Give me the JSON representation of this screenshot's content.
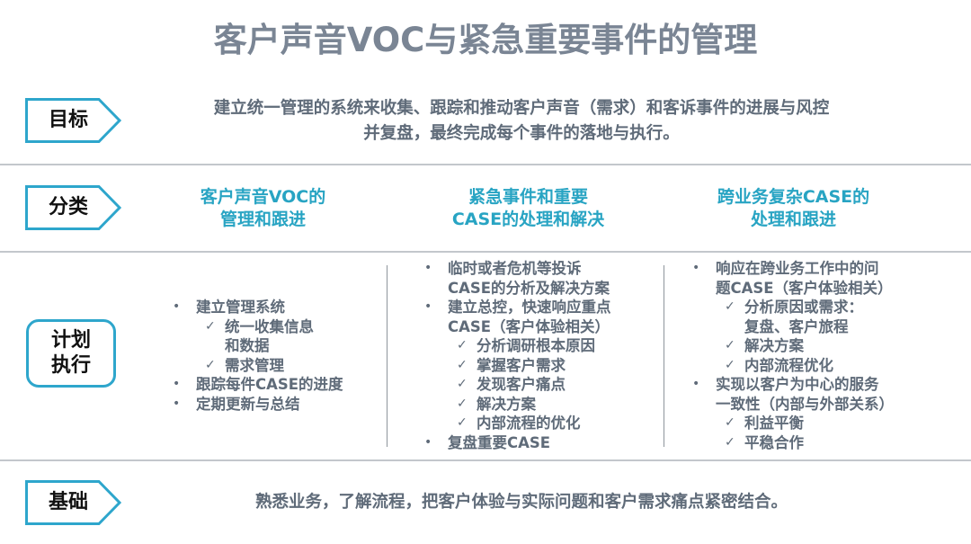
{
  "title": "客户声音VOC与紧急重要事件的管理",
  "colors": {
    "title": "#7a8594",
    "body_text": "#5f6b79",
    "accent_teal": "#28a4c3",
    "label_border": "#2ea6cc",
    "divider": "#c3c7cc"
  },
  "rows": {
    "goal": {
      "label": "目标",
      "text_line1": "建立统一管理的系统来收集、跟踪和推动客户声音（需求）和客诉事件的进展与风控",
      "text_line2": "并复盘，最终完成每个事件的落地与执行。"
    },
    "category": {
      "label": "分类",
      "columns": [
        {
          "line1": "客户声音VOC的",
          "line2": "管理和跟进"
        },
        {
          "line1": "紧急事件和重要",
          "line2": "CASE的处理和解决"
        },
        {
          "line1": "跨业务复杂CASE的",
          "line2": "处理和跟进"
        }
      ]
    },
    "plan": {
      "label_line1": "计划",
      "label_line2": "执行",
      "bullet_mark": "•",
      "check_mark": "✓",
      "columns": [
        {
          "items": [
            {
              "type": "bullet",
              "text": "建立管理系统"
            },
            {
              "type": "check",
              "text": "统一收集信息"
            },
            {
              "type": "check-cont",
              "text": "和数据"
            },
            {
              "type": "check",
              "text": "需求管理"
            },
            {
              "type": "bullet",
              "text": "跟踪每件CASE的进度"
            },
            {
              "type": "bullet",
              "text": "定期更新与总结"
            }
          ]
        },
        {
          "items": [
            {
              "type": "bullet",
              "text": "临时或者危机等投诉"
            },
            {
              "type": "bullet-cont",
              "text": "CASE的分析及解决方案"
            },
            {
              "type": "bullet",
              "text": "建立总控，快速响应重点"
            },
            {
              "type": "bullet-cont",
              "text": "CASE（客户体验相关）"
            },
            {
              "type": "check",
              "text": "分析调研根本原因"
            },
            {
              "type": "check",
              "text": "掌握客户需求"
            },
            {
              "type": "check",
              "text": "发现客户痛点"
            },
            {
              "type": "check",
              "text": "解决方案"
            },
            {
              "type": "check",
              "text": "内部流程的优化"
            },
            {
              "type": "bullet",
              "text": "复盘重要CASE"
            }
          ]
        },
        {
          "items": [
            {
              "type": "bullet",
              "text": "响应在跨业务工作中的问"
            },
            {
              "type": "bullet-cont",
              "text": "题CASE（客户体验相关）"
            },
            {
              "type": "check",
              "text": "分析原因或需求："
            },
            {
              "type": "check-cont",
              "text": "复盘、客户旅程"
            },
            {
              "type": "check",
              "text": "解决方案"
            },
            {
              "type": "check",
              "text": "内部流程优化"
            },
            {
              "type": "bullet",
              "text": "实现以客户为中心的服务"
            },
            {
              "type": "bullet-cont",
              "text": "一致性（内部与外部关系）"
            },
            {
              "type": "check",
              "text": "利益平衡"
            },
            {
              "type": "check",
              "text": "平稳合作"
            }
          ]
        }
      ]
    },
    "foundation": {
      "label": "基础",
      "text": "熟悉业务，了解流程，把客户体验与实际问题和客户需求痛点紧密结合。"
    }
  }
}
